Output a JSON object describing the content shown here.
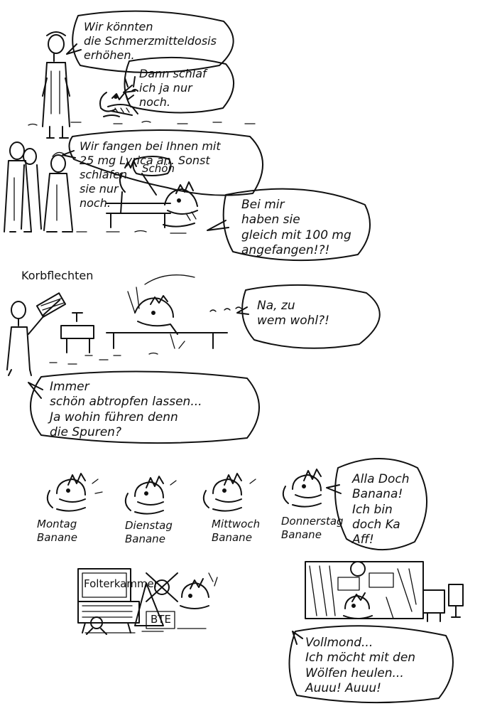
{
  "panel1": {
    "bubble_doctor": "Wir könnten\ndie Schmerzmitteldosis\nerhöhen.",
    "bubble_patient": "Dann schlaf\nich ja nur\nnoch."
  },
  "panel2": {
    "bubble_doctor": "Wir fangen bei Ihnen mit\n25 mg Lyrica an. Sonst\nschlafen\nsie nur\nnoch.",
    "bubble_small": "Schön",
    "bubble_patient": "Bei mir\nhaben sie\ngleich mit 100 mg\nangefangen!?!"
  },
  "panel3": {
    "heading": "Korbflechten",
    "bubble_right": "Na, zu\nwem wohl?!",
    "bubble_bottom": "Immer\nschön abtropfen lassen...\nJa wohin führen denn\ndie Spuren?"
  },
  "panel4": {
    "days": [
      {
        "label": "Montag\nBanane"
      },
      {
        "label": "Dienstag\nBanane"
      },
      {
        "label": "Mittwoch\nBanane"
      },
      {
        "label": "Donnerstag\nBanane"
      }
    ],
    "bubble": "Alla Doch\nBanana!\nIch bin\ndoch Ka\nAff!"
  },
  "panel5": {
    "sign": "Folterkammer",
    "machine_label": "BTE"
  },
  "panel6": {
    "bubble": "Vollmond...\nIch möcht mit den\nWölfen heulen...\nAuuu! Auuu!"
  }
}
